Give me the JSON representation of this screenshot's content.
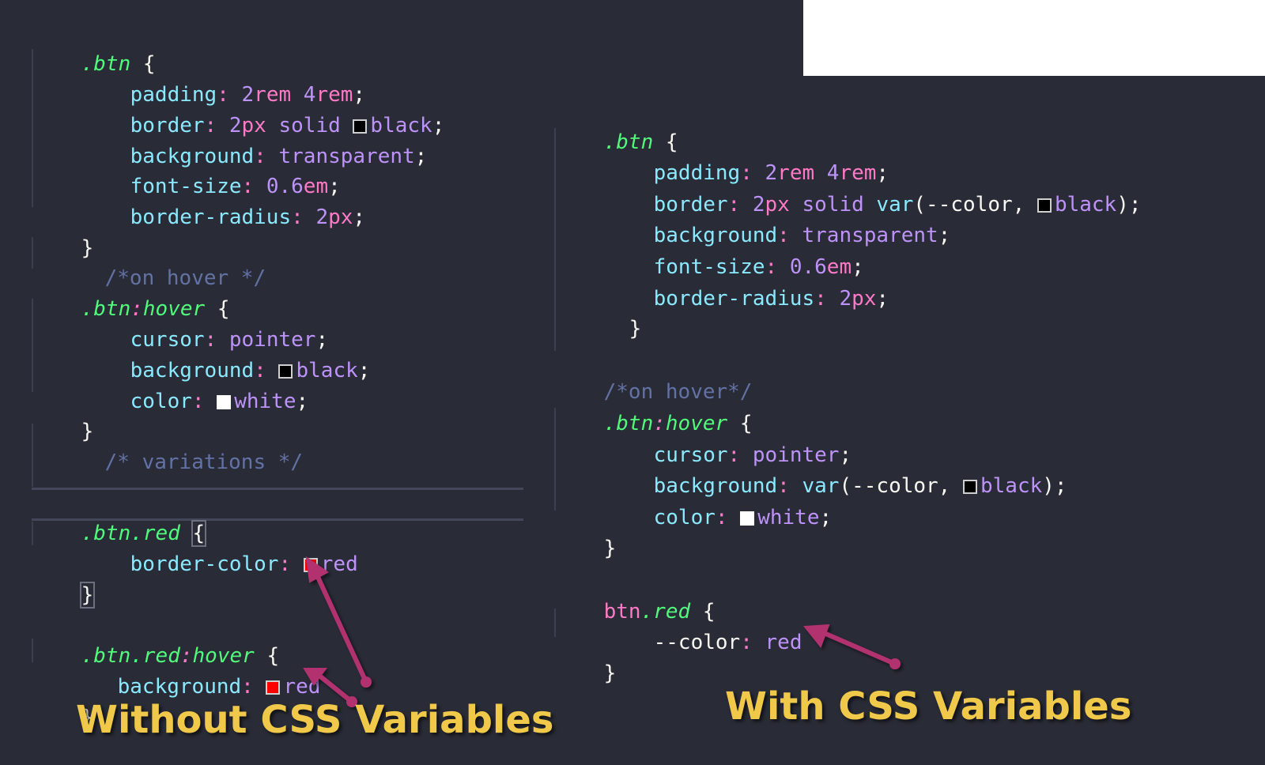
{
  "left_panel": {
    "title": "Without CSS Variables",
    "lines": {
      "l1_sel": ".btn",
      "open": "{",
      "close": "}",
      "padding_prop": "padding",
      "padding_v1": "2",
      "padding_u1": "rem",
      "padding_v2": "4",
      "padding_u2": "rem",
      "border_prop": "border",
      "border_v": "2",
      "border_u": "px",
      "border_style": "solid",
      "border_color": "black",
      "bg_prop": "background",
      "bg_val": "transparent",
      "fs_prop": "font-size",
      "fs_v": "0.6",
      "fs_u": "em",
      "br_prop": "border-radius",
      "br_v": "2",
      "br_u": "px",
      "cmt_hover": "/*on hover */",
      "hover_sel_a": ".btn",
      "hover_sel_b": "hover",
      "cursor_prop": "cursor",
      "cursor_val": "pointer",
      "hbg_prop": "background",
      "hbg_val": "black",
      "color_prop": "color",
      "color_val": "white",
      "cmt_var": "/* variations */",
      "red_sel": ".btn.red",
      "bc_prop": "border-color",
      "bc_val": "red",
      "redh_sel_a": ".btn.red",
      "redh_sel_b": "hover",
      "redh_bg_prop": "background",
      "redh_bg_val": "red"
    }
  },
  "right_panel": {
    "title": "With CSS Variables",
    "lines": {
      "l1_sel": ".btn",
      "open": "{",
      "close": "}",
      "padding_prop": "padding",
      "padding_v1": "2",
      "padding_u1": "rem",
      "padding_v2": "4",
      "padding_u2": "rem",
      "border_prop": "border",
      "border_v": "2",
      "border_u": "px",
      "border_style": "solid",
      "var_fn": "var",
      "var_name": "--color,",
      "border_fallback": "black",
      "bg_prop": "background",
      "bg_val": "transparent",
      "fs_prop": "font-size",
      "fs_v": "0.6",
      "fs_u": "em",
      "br_prop": "border-radius",
      "br_v": "2",
      "br_u": "px",
      "cmt_hover": "/*on hover*/",
      "hover_sel_a": ".btn",
      "hover_sel_b": "hover",
      "cursor_prop": "cursor",
      "cursor_val": "pointer",
      "hbg_prop": "background",
      "hbg_fallback": "black",
      "color_prop": "color",
      "color_val": "white",
      "red_sel_tag": "btn",
      "red_sel_cls": ".red",
      "custom_prop": "--color",
      "custom_val": "red"
    }
  },
  "colors": {
    "background": "#292b37",
    "selector": "#50fa7b",
    "property": "#8be9fd",
    "value": "#bd93f9",
    "punctuation": "#ff79c6",
    "comment": "#6272a4",
    "title": "#f1c94a",
    "arrow": "#b2316f"
  }
}
